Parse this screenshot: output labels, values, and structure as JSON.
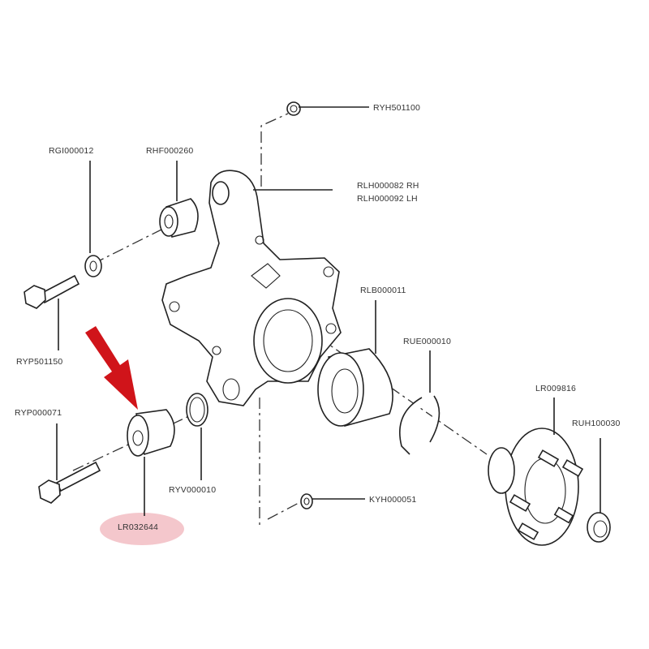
{
  "diagram": {
    "title": "Rear hub / knuckle exploded view",
    "highlight_color": "#f4c7cc",
    "arrow_color": "#d0141a",
    "labels": {
      "ryh501100": "RYH501100",
      "rgi000012": "RGI000012",
      "rhf000260": "RHF000260",
      "rlh000082": "RLH000082 RH",
      "rlh000092": "RLH000092 LH",
      "rlb000011": "RLB000011",
      "rue000010": "RUE000010",
      "lr009816": "LR009816",
      "ruh100030": "RUH100030",
      "ryp501150": "RYP501150",
      "ryp000071": "RYP000071",
      "ryv000010": "RYV000010",
      "kyh000051": "KYH000051",
      "lr032644": "LR032644"
    }
  }
}
